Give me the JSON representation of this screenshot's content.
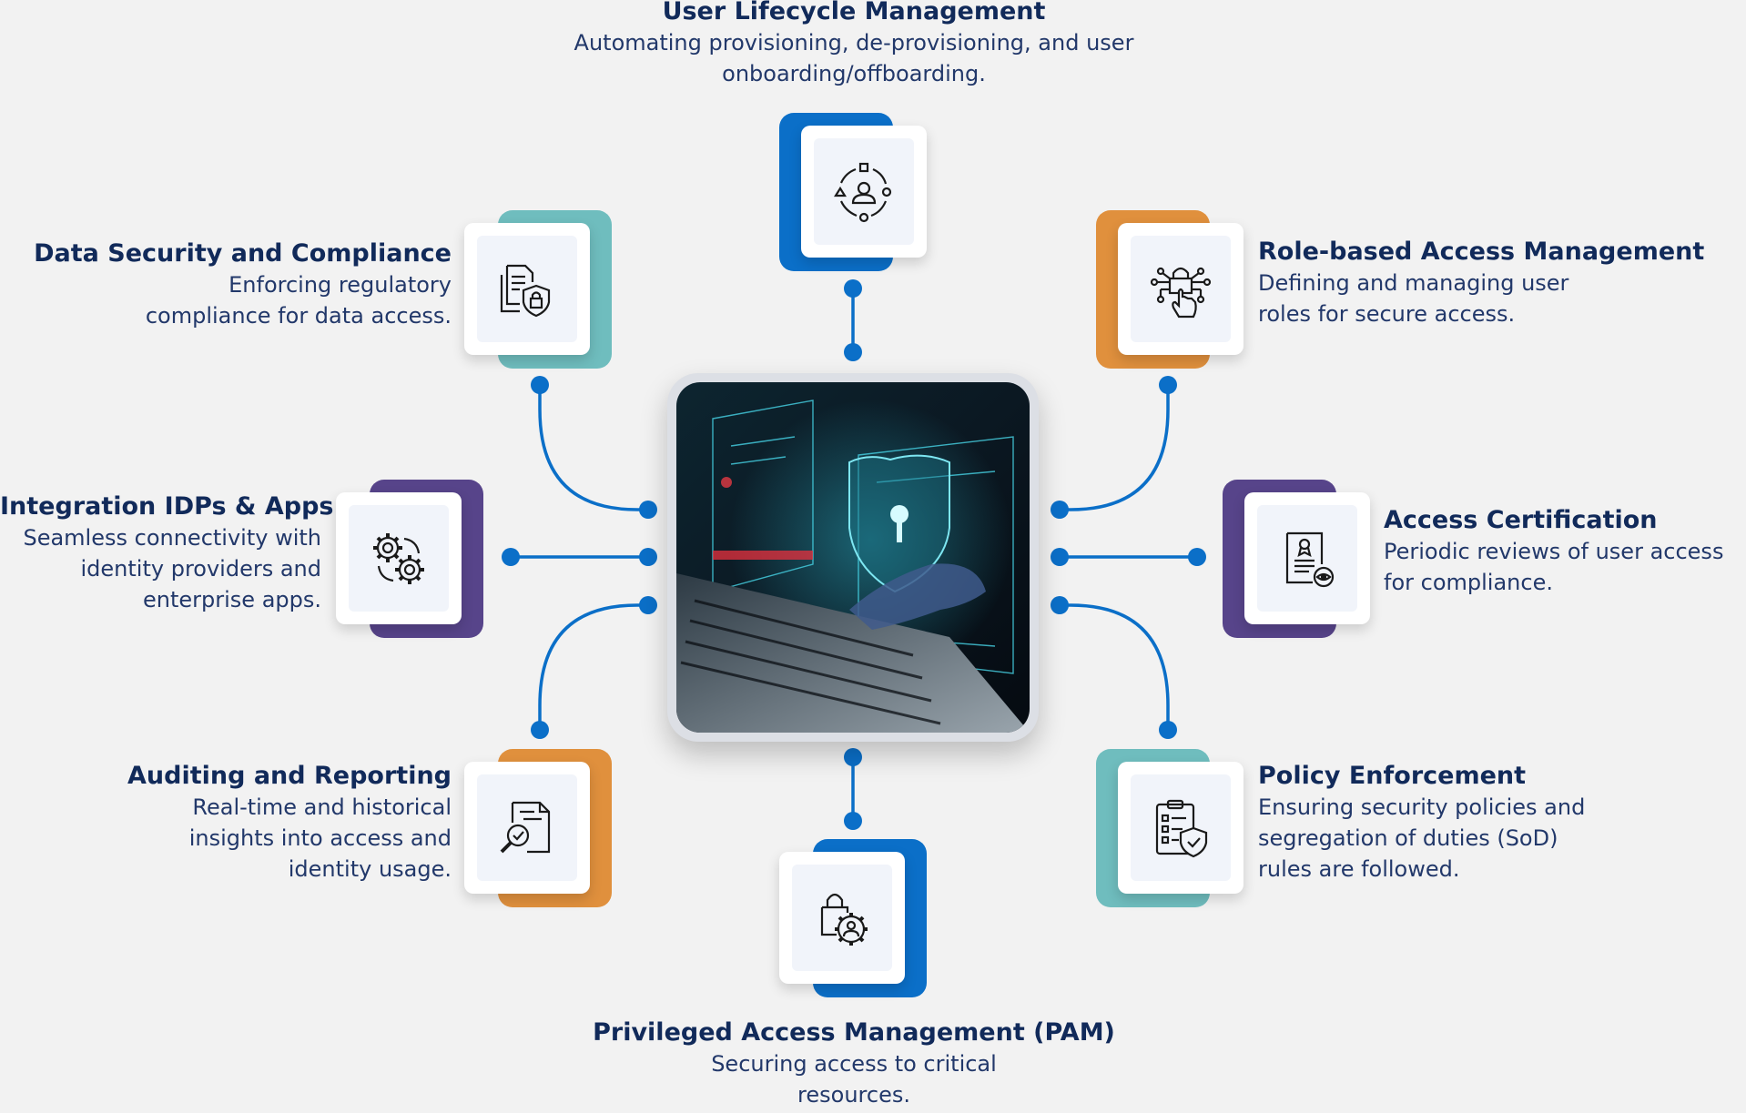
{
  "colors": {
    "background": "#f2f2f2",
    "connector": "#0b6fc8",
    "blue": "#0b6fc8",
    "teal": "#6fbdbe",
    "orange": "#e0903d",
    "purple": "#57448a",
    "title": "#112a5a"
  },
  "center": {
    "icon": "cyber-security-laptop-photo"
  },
  "nodes": {
    "user_lifecycle": {
      "title": "User Lifecycle Management",
      "desc": "Automating provisioning, de-provisioning, and user onboarding/offboarding.",
      "icon": "user-cycle-icon"
    },
    "data_security": {
      "title": "Data Security and Compliance",
      "desc_lines": [
        "Enforcing regulatory",
        "compliance for data access."
      ],
      "icon": "document-lock-icon"
    },
    "role_based": {
      "title": "Role-based Access Management",
      "desc_lines": [
        "Defining and managing user",
        "roles for secure access."
      ],
      "icon": "lock-network-hand-icon"
    },
    "integration": {
      "title": "Integration IDPs & Apps",
      "desc_lines": [
        "Seamless connectivity with",
        "identity providers and",
        "enterprise apps."
      ],
      "icon": "gears-icon"
    },
    "access_cert": {
      "title": "Access Certification",
      "desc_lines": [
        "Periodic reviews of user access",
        "for compliance."
      ],
      "icon": "certificate-eye-icon"
    },
    "auditing": {
      "title": "Auditing and Reporting",
      "desc_lines": [
        "Real-time and historical",
        "insights into access and",
        "identity usage."
      ],
      "icon": "document-magnifier-icon"
    },
    "policy": {
      "title": "Policy Enforcement",
      "desc_lines": [
        "Ensuring security policies and",
        "segregation of duties (SoD)",
        "rules are followed."
      ],
      "icon": "clipboard-shield-icon"
    },
    "pam": {
      "title": "Privileged Access Management (PAM)",
      "desc_lines": [
        "Securing access to critical",
        "resources."
      ],
      "icon": "lock-user-gear-icon"
    }
  }
}
